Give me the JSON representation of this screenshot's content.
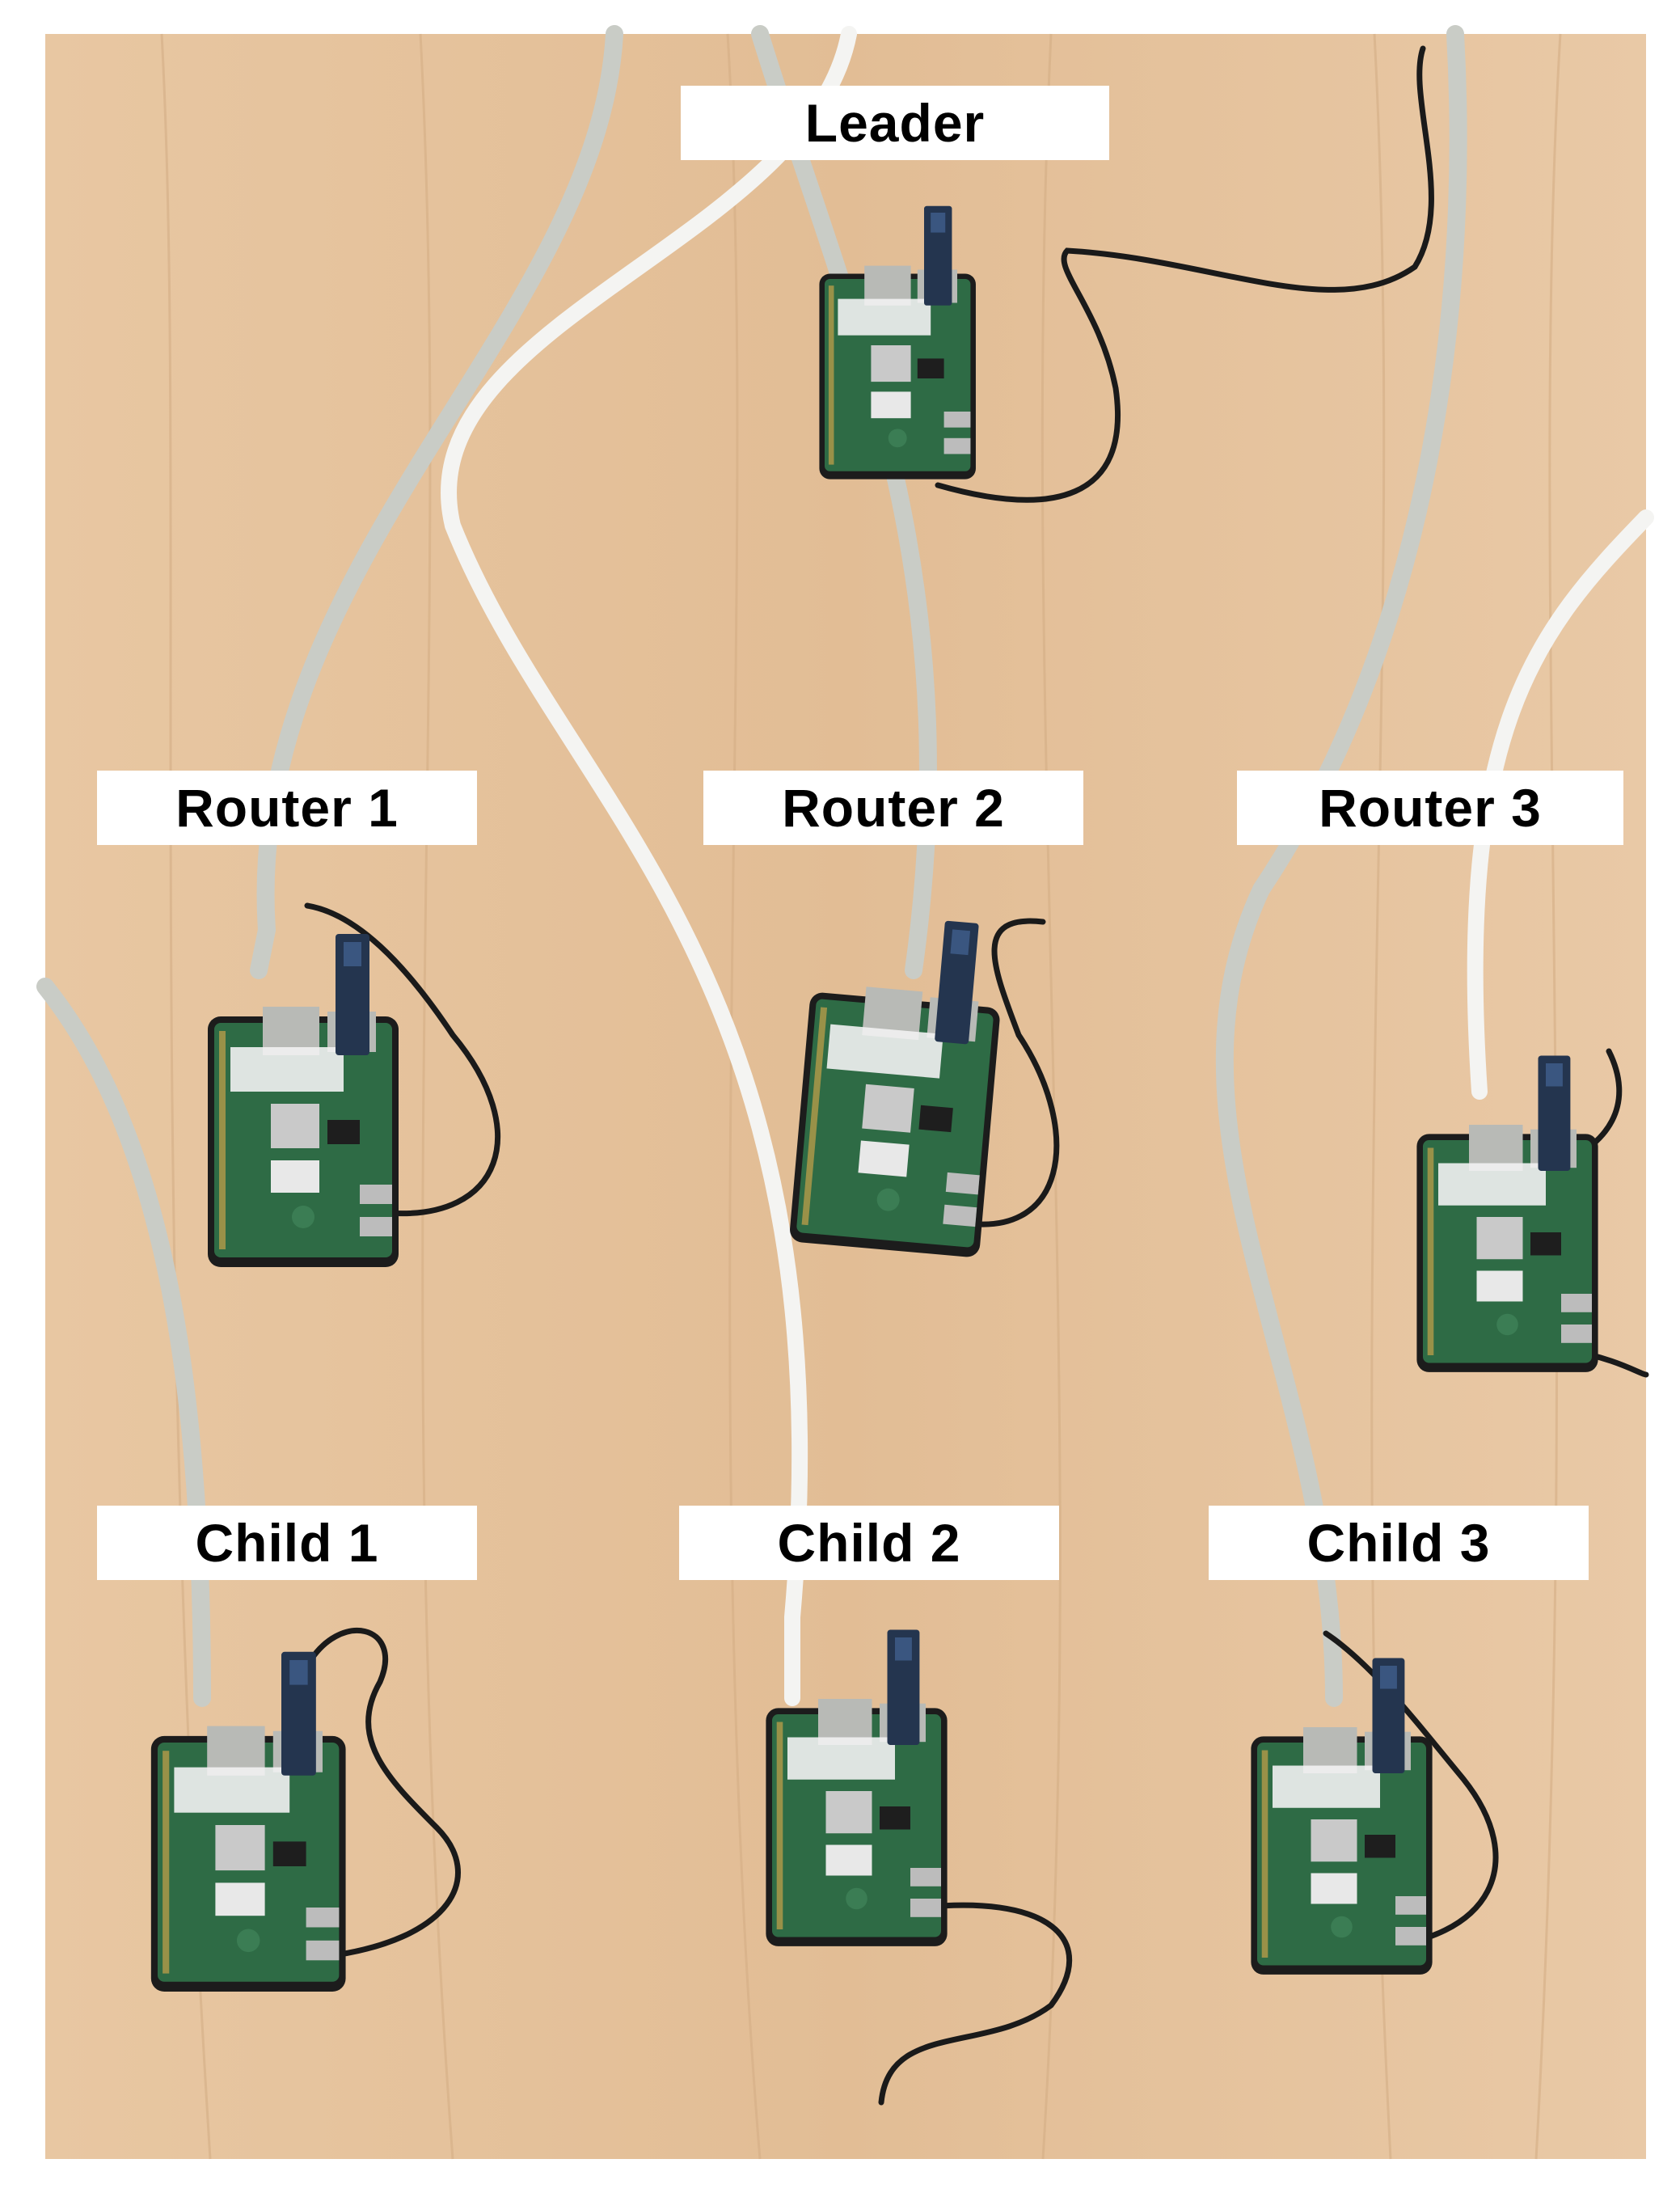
{
  "labels": {
    "leader": "Leader",
    "router1": "Router 1",
    "router2": "Router 2",
    "router3": "Router 3",
    "child1": "Child 1",
    "child2": "Child 2",
    "child3": "Child 3"
  },
  "colors": {
    "wood": "#e6c29c",
    "wood_grain": "#d4ad85",
    "board_green": "#2e6b45",
    "case_black": "#1c1c1c",
    "gray_cable": "#c9ccc6",
    "white_cable": "#f4f4f2",
    "black_cable": "#1a1a1a",
    "label_bg": "#ffffff"
  }
}
